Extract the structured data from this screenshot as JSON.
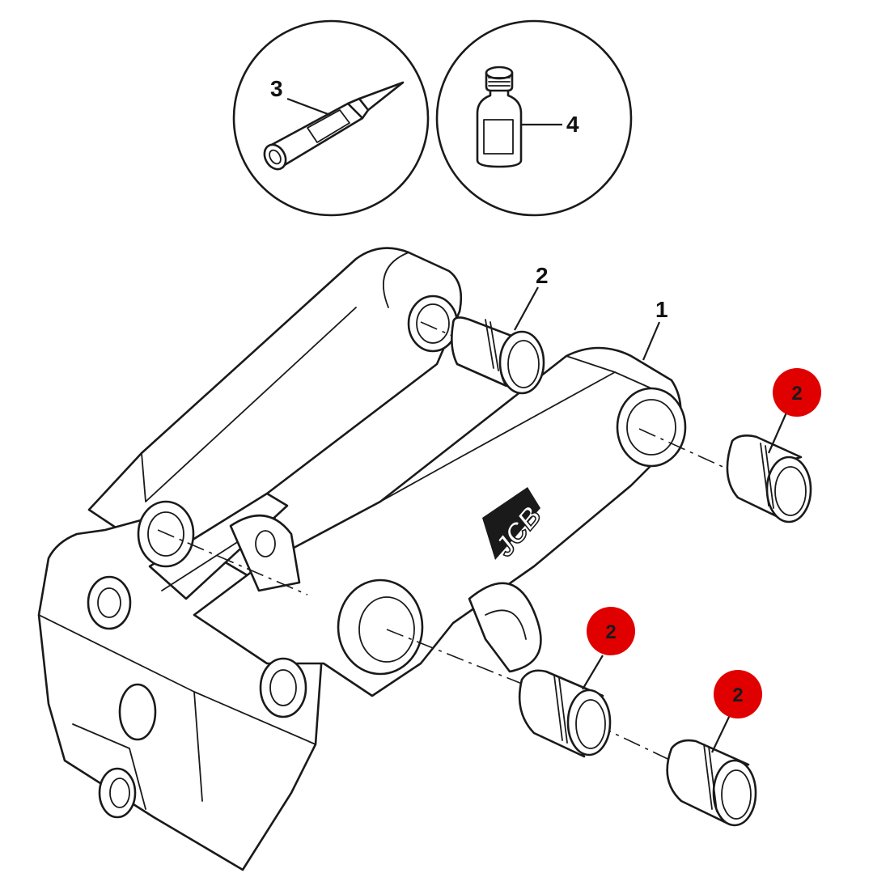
{
  "callouts": [
    {
      "id": "c3",
      "label": "3"
    },
    {
      "id": "c4",
      "label": "4"
    },
    {
      "id": "c2a",
      "label": "2"
    },
    {
      "id": "c1",
      "label": "1"
    }
  ],
  "badges": [
    {
      "id": "b-top-right",
      "label": "2",
      "color": "#e00000"
    },
    {
      "id": "b-mid",
      "label": "2",
      "color": "#e00000"
    },
    {
      "id": "b-bottom-right",
      "label": "2",
      "color": "#e00000"
    }
  ],
  "logo": {
    "text": "JCB"
  },
  "icons": {
    "tube": "sealant-tube-icon",
    "bottle": "locking-fluid-bottle-icon"
  }
}
